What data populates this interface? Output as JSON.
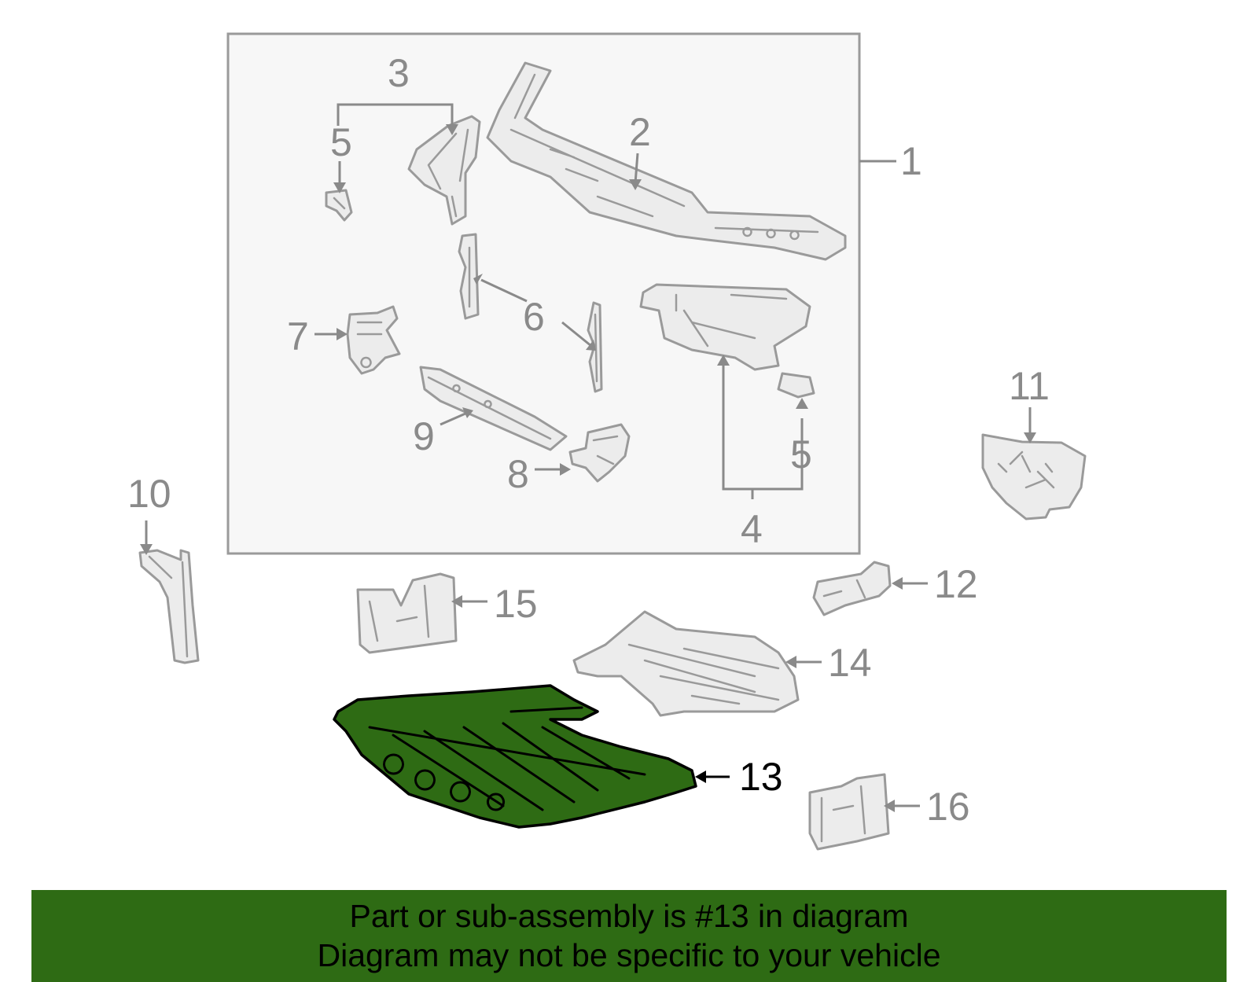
{
  "diagram": {
    "callouts": [
      {
        "id": "1",
        "label": "1"
      },
      {
        "id": "2",
        "label": "2"
      },
      {
        "id": "3",
        "label": "3"
      },
      {
        "id": "4",
        "label": "4"
      },
      {
        "id": "5a",
        "label": "5"
      },
      {
        "id": "5b",
        "label": "5"
      },
      {
        "id": "6",
        "label": "6"
      },
      {
        "id": "7",
        "label": "7"
      },
      {
        "id": "8",
        "label": "8"
      },
      {
        "id": "9",
        "label": "9"
      },
      {
        "id": "10",
        "label": "10"
      },
      {
        "id": "11",
        "label": "11"
      },
      {
        "id": "12",
        "label": "12"
      },
      {
        "id": "13",
        "label": "13"
      },
      {
        "id": "14",
        "label": "14"
      },
      {
        "id": "15",
        "label": "15"
      },
      {
        "id": "16",
        "label": "16"
      }
    ],
    "highlighted_part": "13",
    "colors": {
      "highlight_fill": "#2e6b14",
      "banner_fill": "#2e6b14",
      "part_stroke": "#9a9a9a",
      "callout_text": "#8a8a8a",
      "active_text": "#000000"
    }
  },
  "banner": {
    "line1": "Part or sub-assembly is #13 in diagram",
    "line2": "Diagram may not be specific to your vehicle"
  }
}
